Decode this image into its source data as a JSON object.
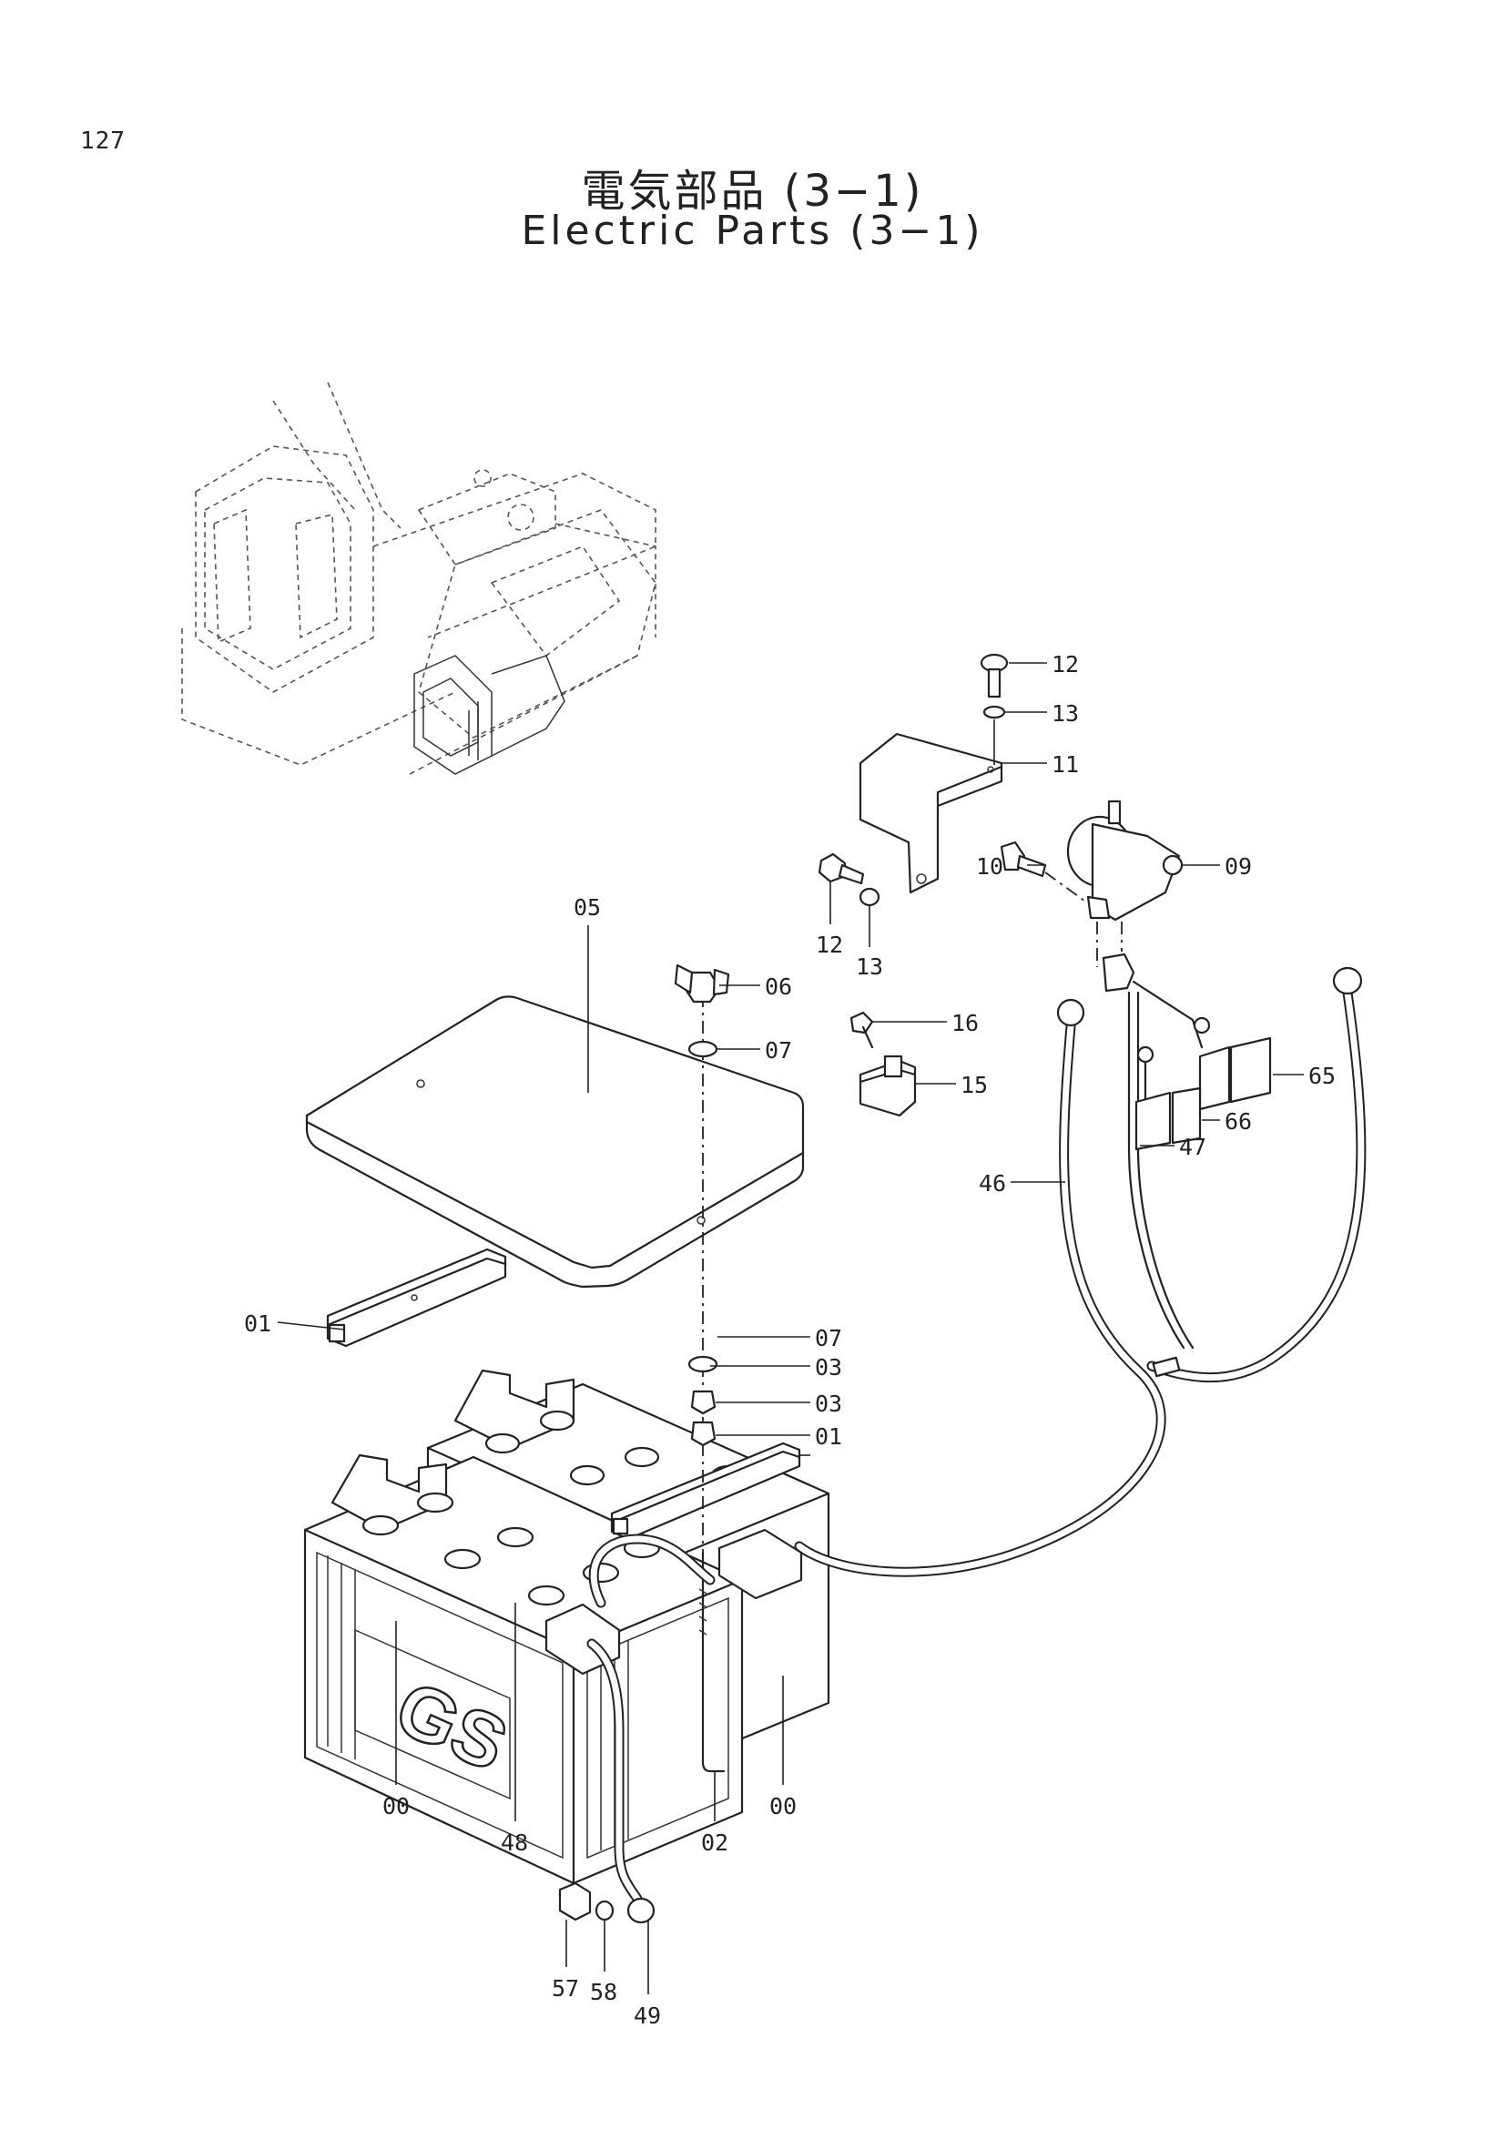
{
  "page": {
    "number": "127",
    "title_jp": "電気部品 (3−1)",
    "title_en": "Electric Parts (3−1)"
  },
  "callouts": {
    "c00a": "00",
    "c00b": "00",
    "c01a": "01",
    "c01b": "01",
    "c02": "02",
    "c03a": "03",
    "c03b": "03",
    "c05": "05",
    "c06": "06",
    "c07a": "07",
    "c07b": "07",
    "c09": "09",
    "c10": "10",
    "c11": "11",
    "c12a": "12",
    "c12b": "12",
    "c13a": "13",
    "c13b": "13",
    "c15": "15",
    "c16": "16",
    "c46": "46",
    "c47": "47",
    "c48": "48",
    "c49": "49",
    "c57": "57",
    "c58": "58",
    "c65": "65",
    "c66": "66"
  },
  "battery_brand": "GS"
}
